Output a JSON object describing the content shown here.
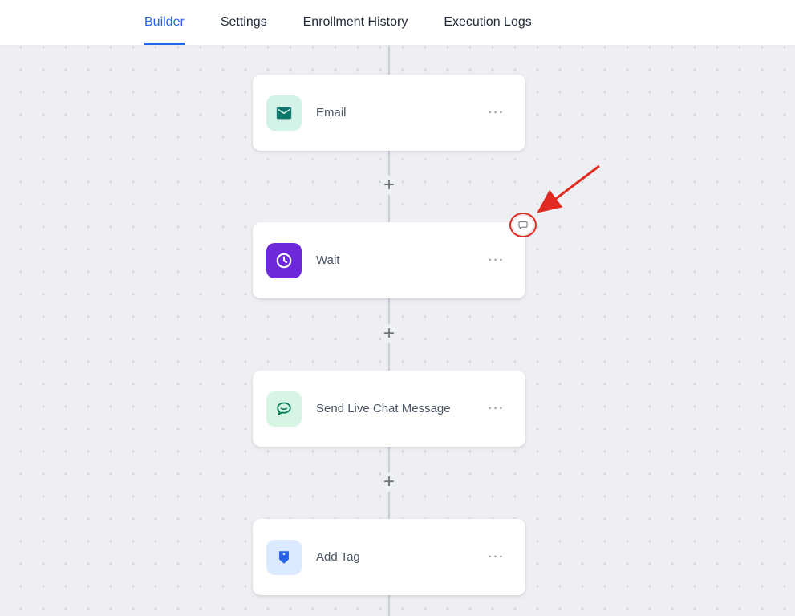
{
  "nav": {
    "tabs": [
      {
        "label": "Builder",
        "active": true
      },
      {
        "label": "Settings",
        "active": false
      },
      {
        "label": "Enrollment History",
        "active": false
      },
      {
        "label": "Execution Logs",
        "active": false
      }
    ]
  },
  "workflow": {
    "nodes": [
      {
        "label": "Email",
        "icon": "email-icon"
      },
      {
        "label": "Wait",
        "icon": "clock-icon"
      },
      {
        "label": "Send Live Chat Message",
        "icon": "live-chat-icon"
      },
      {
        "label": "Add Tag",
        "icon": "tag-icon"
      }
    ],
    "add_step_label": "+",
    "menu_label": "···"
  },
  "annotation": {
    "target_icon": "comment-bubble-icon",
    "shape": "red ellipse with red arrow pointing at comment bubble on Wait node"
  },
  "colors": {
    "active_tab_blue": "#2563eb",
    "annotation_red": "#e02b20",
    "canvas_bg": "#edeff2",
    "email_icon_bg": "#d3f3e8",
    "email_icon_fg": "#0f766e",
    "wait_icon_bg": "#6d28d9",
    "wait_icon_fg": "#ffffff",
    "chat_icon_bg": "#d6f5e4",
    "chat_icon_fg": "#047857",
    "tag_icon_bg": "#dbeafe",
    "tag_icon_fg": "#2563eb"
  }
}
